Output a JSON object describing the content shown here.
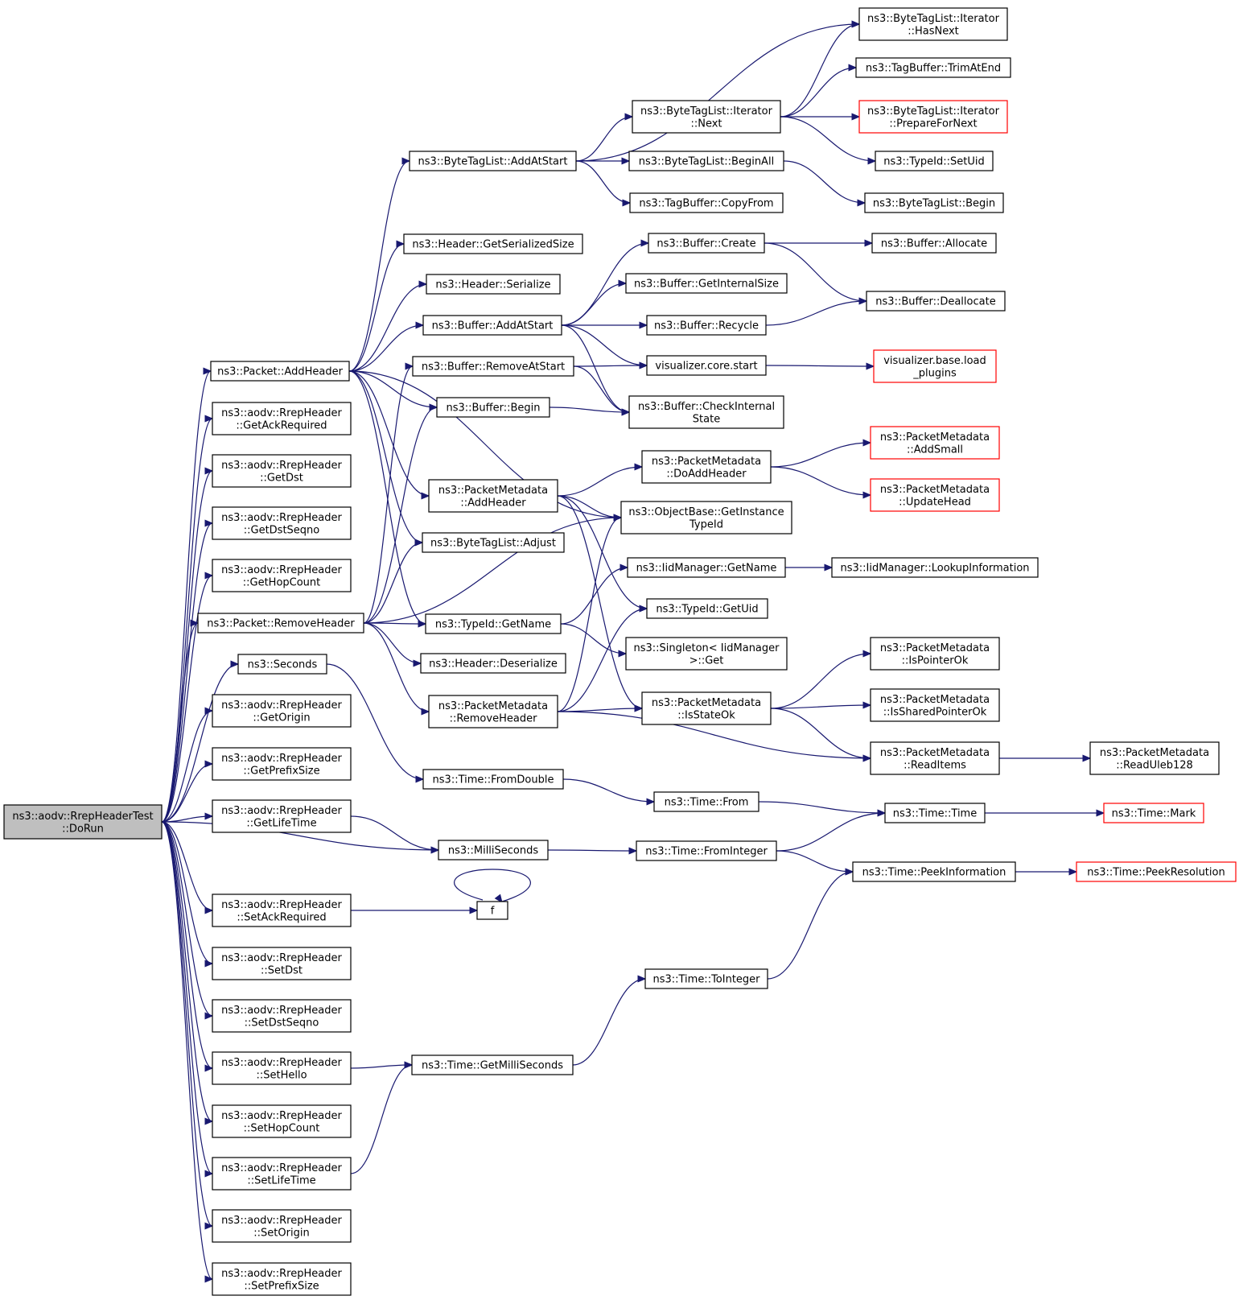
{
  "colors": {
    "edge": "#191970",
    "root_fill": "#bfbfbf",
    "truncated_border": "#ff0000"
  },
  "nodes": [
    {
      "id": "root",
      "lines": [
        "ns3::aodv::RrepHeaderTest",
        "::DoRun"
      ],
      "root": true
    },
    {
      "id": "pkt_addheader",
      "lines": [
        "ns3::Packet::AddHeader"
      ]
    },
    {
      "id": "getackreq",
      "lines": [
        "ns3::aodv::RrepHeader",
        "::GetAckRequired"
      ]
    },
    {
      "id": "getdst",
      "lines": [
        "ns3::aodv::RrepHeader",
        "::GetDst"
      ]
    },
    {
      "id": "getdstseqno",
      "lines": [
        "ns3::aodv::RrepHeader",
        "::GetDstSeqno"
      ]
    },
    {
      "id": "gethopcount",
      "lines": [
        "ns3::aodv::RrepHeader",
        "::GetHopCount"
      ]
    },
    {
      "id": "pkt_removeheader",
      "lines": [
        "ns3::Packet::RemoveHeader"
      ]
    },
    {
      "id": "seconds",
      "lines": [
        "ns3::Seconds"
      ]
    },
    {
      "id": "getorigin",
      "lines": [
        "ns3::aodv::RrepHeader",
        "::GetOrigin"
      ]
    },
    {
      "id": "getprefixsize",
      "lines": [
        "ns3::aodv::RrepHeader",
        "::GetPrefixSize"
      ]
    },
    {
      "id": "getlifetime",
      "lines": [
        "ns3::aodv::RrepHeader",
        "::GetLifeTime"
      ]
    },
    {
      "id": "setackreq",
      "lines": [
        "ns3::aodv::RrepHeader",
        "::SetAckRequired"
      ]
    },
    {
      "id": "setdst",
      "lines": [
        "ns3::aodv::RrepHeader",
        "::SetDst"
      ]
    },
    {
      "id": "setdstseqno",
      "lines": [
        "ns3::aodv::RrepHeader",
        "::SetDstSeqno"
      ]
    },
    {
      "id": "sethello",
      "lines": [
        "ns3::aodv::RrepHeader",
        "::SetHello"
      ]
    },
    {
      "id": "sethopcount",
      "lines": [
        "ns3::aodv::RrepHeader",
        "::SetHopCount"
      ]
    },
    {
      "id": "setlifetime",
      "lines": [
        "ns3::aodv::RrepHeader",
        "::SetLifeTime"
      ]
    },
    {
      "id": "setorigin",
      "lines": [
        "ns3::aodv::RrepHeader",
        "::SetOrigin"
      ]
    },
    {
      "id": "setprefixsize",
      "lines": [
        "ns3::aodv::RrepHeader",
        "::SetPrefixSize"
      ]
    },
    {
      "id": "btl_addatstart",
      "lines": [
        "ns3::ByteTagList::AddAtStart"
      ]
    },
    {
      "id": "hdr_getsersize",
      "lines": [
        "ns3::Header::GetSerializedSize"
      ]
    },
    {
      "id": "hdr_serialize",
      "lines": [
        "ns3::Header::Serialize"
      ]
    },
    {
      "id": "buf_addatstart",
      "lines": [
        "ns3::Buffer::AddAtStart"
      ]
    },
    {
      "id": "buf_removeatstart",
      "lines": [
        "ns3::Buffer::RemoveAtStart"
      ]
    },
    {
      "id": "buf_begin",
      "lines": [
        "ns3::Buffer::Begin"
      ]
    },
    {
      "id": "pm_addheader",
      "lines": [
        "ns3::PacketMetadata",
        "::AddHeader"
      ]
    },
    {
      "id": "btl_adjust",
      "lines": [
        "ns3::ByteTagList::Adjust"
      ]
    },
    {
      "id": "typeid_getname",
      "lines": [
        "ns3::TypeId::GetName"
      ]
    },
    {
      "id": "hdr_deserialize",
      "lines": [
        "ns3::Header::Deserialize"
      ]
    },
    {
      "id": "pm_removeheader",
      "lines": [
        "ns3::PacketMetadata",
        "::RemoveHeader"
      ]
    },
    {
      "id": "time_fromdouble",
      "lines": [
        "ns3::Time::FromDouble"
      ]
    },
    {
      "id": "milliseconds",
      "lines": [
        "ns3::MilliSeconds"
      ]
    },
    {
      "id": "f",
      "lines": [
        "f"
      ]
    },
    {
      "id": "time_getms",
      "lines": [
        "ns3::Time::GetMilliSeconds"
      ]
    },
    {
      "id": "btl_it_next",
      "lines": [
        "ns3::ByteTagList::Iterator",
        "::Next"
      ]
    },
    {
      "id": "btl_beginall",
      "lines": [
        "ns3::ByteTagList::BeginAll"
      ]
    },
    {
      "id": "tb_copyfrom",
      "lines": [
        "ns3::TagBuffer::CopyFrom"
      ]
    },
    {
      "id": "buf_create",
      "lines": [
        "ns3::Buffer::Create"
      ]
    },
    {
      "id": "buf_getinternalsize",
      "lines": [
        "ns3::Buffer::GetInternalSize"
      ]
    },
    {
      "id": "buf_recycle",
      "lines": [
        "ns3::Buffer::Recycle"
      ]
    },
    {
      "id": "vis_core_start",
      "lines": [
        "visualizer.core.start"
      ]
    },
    {
      "id": "buf_checkinternal",
      "lines": [
        "ns3::Buffer::CheckInternal",
        "State"
      ]
    },
    {
      "id": "pm_doaddheader",
      "lines": [
        "ns3::PacketMetadata",
        "::DoAddHeader"
      ]
    },
    {
      "id": "ob_getinstancetypeid",
      "lines": [
        "ns3::ObjectBase::GetInstance",
        "TypeId"
      ]
    },
    {
      "id": "iid_getname",
      "lines": [
        "ns3::IidManager::GetName"
      ]
    },
    {
      "id": "typeid_getuid",
      "lines": [
        "ns3::TypeId::GetUid"
      ]
    },
    {
      "id": "singleton_get",
      "lines": [
        "ns3::Singleton< IidManager",
        ">::Get"
      ]
    },
    {
      "id": "pm_isstateok",
      "lines": [
        "ns3::PacketMetadata",
        "::IsStateOk"
      ]
    },
    {
      "id": "time_from",
      "lines": [
        "ns3::Time::From"
      ]
    },
    {
      "id": "time_frominteger",
      "lines": [
        "ns3::Time::FromInteger"
      ]
    },
    {
      "id": "time_tointeger",
      "lines": [
        "ns3::Time::ToInteger"
      ]
    },
    {
      "id": "btl_it_hasnext",
      "lines": [
        "ns3::ByteTagList::Iterator",
        "::HasNext"
      ]
    },
    {
      "id": "tb_trimatend",
      "lines": [
        "ns3::TagBuffer::TrimAtEnd"
      ]
    },
    {
      "id": "btl_it_preparefornext",
      "lines": [
        "ns3::ByteTagList::Iterator",
        "::PrepareForNext"
      ],
      "truncated": true
    },
    {
      "id": "typeid_setuid",
      "lines": [
        "ns3::TypeId::SetUid"
      ]
    },
    {
      "id": "btl_begin",
      "lines": [
        "ns3::ByteTagList::Begin"
      ]
    },
    {
      "id": "buf_allocate",
      "lines": [
        "ns3::Buffer::Allocate"
      ]
    },
    {
      "id": "buf_deallocate",
      "lines": [
        "ns3::Buffer::Deallocate"
      ]
    },
    {
      "id": "vis_base_load",
      "lines": [
        "visualizer.base.load",
        "_plugins"
      ],
      "truncated": true
    },
    {
      "id": "pm_addsmall",
      "lines": [
        "ns3::PacketMetadata",
        "::AddSmall"
      ],
      "truncated": true
    },
    {
      "id": "pm_updatehead",
      "lines": [
        "ns3::PacketMetadata",
        "::UpdateHead"
      ],
      "truncated": true
    },
    {
      "id": "iid_lookupinfo",
      "lines": [
        "ns3::IidManager::LookupInformation"
      ]
    },
    {
      "id": "pm_ispointerok",
      "lines": [
        "ns3::PacketMetadata",
        "::IsPointerOk"
      ]
    },
    {
      "id": "pm_issharedpointerok",
      "lines": [
        "ns3::PacketMetadata",
        "::IsSharedPointerOk"
      ]
    },
    {
      "id": "pm_readitems",
      "lines": [
        "ns3::PacketMetadata",
        "::ReadItems"
      ]
    },
    {
      "id": "time_time",
      "lines": [
        "ns3::Time::Time"
      ]
    },
    {
      "id": "time_peekinfo",
      "lines": [
        "ns3::Time::PeekInformation"
      ]
    },
    {
      "id": "pm_readuleb128",
      "lines": [
        "ns3::PacketMetadata",
        "::ReadUleb128"
      ]
    },
    {
      "id": "time_mark",
      "lines": [
        "ns3::Time::Mark"
      ],
      "truncated": true
    },
    {
      "id": "time_peekresolution",
      "lines": [
        "ns3::Time::PeekResolution"
      ],
      "truncated": true
    }
  ],
  "edges": [
    [
      "root",
      "pkt_addheader"
    ],
    [
      "root",
      "getackreq"
    ],
    [
      "root",
      "getdst"
    ],
    [
      "root",
      "getdstseqno"
    ],
    [
      "root",
      "gethopcount"
    ],
    [
      "root",
      "pkt_removeheader"
    ],
    [
      "root",
      "seconds"
    ],
    [
      "root",
      "getorigin"
    ],
    [
      "root",
      "getprefixsize"
    ],
    [
      "root",
      "getlifetime"
    ],
    [
      "root",
      "milliseconds"
    ],
    [
      "root",
      "setackreq"
    ],
    [
      "root",
      "setdst"
    ],
    [
      "root",
      "setdstseqno"
    ],
    [
      "root",
      "sethello"
    ],
    [
      "root",
      "sethopcount"
    ],
    [
      "root",
      "setlifetime"
    ],
    [
      "root",
      "setorigin"
    ],
    [
      "root",
      "setprefixsize"
    ],
    [
      "pkt_addheader",
      "btl_addatstart"
    ],
    [
      "pkt_addheader",
      "hdr_getsersize"
    ],
    [
      "pkt_addheader",
      "hdr_serialize"
    ],
    [
      "pkt_addheader",
      "buf_addatstart"
    ],
    [
      "pkt_addheader",
      "buf_begin"
    ],
    [
      "pkt_addheader",
      "pm_addheader"
    ],
    [
      "pkt_addheader",
      "btl_adjust"
    ],
    [
      "pkt_addheader",
      "typeid_getname"
    ],
    [
      "pkt_addheader",
      "ob_getinstancetypeid"
    ],
    [
      "pkt_removeheader",
      "buf_removeatstart"
    ],
    [
      "pkt_removeheader",
      "buf_begin"
    ],
    [
      "pkt_removeheader",
      "btl_adjust"
    ],
    [
      "pkt_removeheader",
      "typeid_getname"
    ],
    [
      "pkt_removeheader",
      "hdr_deserialize"
    ],
    [
      "pkt_removeheader",
      "pm_removeheader"
    ],
    [
      "pkt_removeheader",
      "ob_getinstancetypeid"
    ],
    [
      "seconds",
      "time_fromdouble"
    ],
    [
      "getlifetime",
      "milliseconds"
    ],
    [
      "setackreq",
      "f"
    ],
    [
      "f",
      "f"
    ],
    [
      "sethello",
      "time_getms"
    ],
    [
      "setlifetime",
      "time_getms"
    ],
    [
      "btl_addatstart",
      "btl_it_next"
    ],
    [
      "btl_addatstart",
      "btl_beginall"
    ],
    [
      "btl_addatstart",
      "tb_copyfrom"
    ],
    [
      "btl_addatstart",
      "btl_it_hasnext"
    ],
    [
      "btl_it_next",
      "btl_it_hasnext"
    ],
    [
      "btl_it_next",
      "tb_trimatend"
    ],
    [
      "btl_it_next",
      "btl_it_preparefornext"
    ],
    [
      "btl_it_next",
      "typeid_setuid"
    ],
    [
      "btl_beginall",
      "btl_begin"
    ],
    [
      "buf_addatstart",
      "buf_create"
    ],
    [
      "buf_addatstart",
      "buf_getinternalsize"
    ],
    [
      "buf_addatstart",
      "buf_recycle"
    ],
    [
      "buf_addatstart",
      "vis_core_start"
    ],
    [
      "buf_addatstart",
      "buf_checkinternal"
    ],
    [
      "buf_create",
      "buf_allocate"
    ],
    [
      "buf_create",
      "buf_deallocate"
    ],
    [
      "buf_recycle",
      "buf_deallocate"
    ],
    [
      "vis_core_start",
      "vis_base_load"
    ],
    [
      "buf_removeatstart",
      "vis_core_start"
    ],
    [
      "buf_removeatstart",
      "buf_checkinternal"
    ],
    [
      "buf_begin",
      "buf_checkinternal"
    ],
    [
      "pm_addheader",
      "pm_doaddheader"
    ],
    [
      "pm_addheader",
      "ob_getinstancetypeid"
    ],
    [
      "pm_addheader",
      "typeid_getuid"
    ],
    [
      "pm_addheader",
      "pm_isstateok"
    ],
    [
      "pm_doaddheader",
      "pm_addsmall"
    ],
    [
      "pm_doaddheader",
      "pm_updatehead"
    ],
    [
      "typeid_getname",
      "iid_getname"
    ],
    [
      "typeid_getname",
      "singleton_get"
    ],
    [
      "iid_getname",
      "iid_lookupinfo"
    ],
    [
      "pm_removeheader",
      "ob_getinstancetypeid"
    ],
    [
      "pm_removeheader",
      "typeid_getuid"
    ],
    [
      "pm_removeheader",
      "pm_isstateok"
    ],
    [
      "pm_removeheader",
      "pm_readitems"
    ],
    [
      "pm_isstateok",
      "pm_ispointerok"
    ],
    [
      "pm_isstateok",
      "pm_issharedpointerok"
    ],
    [
      "pm_isstateok",
      "pm_readitems"
    ],
    [
      "pm_readitems",
      "pm_readuleb128"
    ],
    [
      "time_fromdouble",
      "time_from"
    ],
    [
      "time_from",
      "time_time"
    ],
    [
      "time_time",
      "time_mark"
    ],
    [
      "milliseconds",
      "time_frominteger"
    ],
    [
      "time_frominteger",
      "time_time"
    ],
    [
      "time_frominteger",
      "time_peekinfo"
    ],
    [
      "time_peekinfo",
      "time_peekresolution"
    ],
    [
      "time_getms",
      "time_tointeger"
    ],
    [
      "time_tointeger",
      "time_peekinfo"
    ]
  ]
}
